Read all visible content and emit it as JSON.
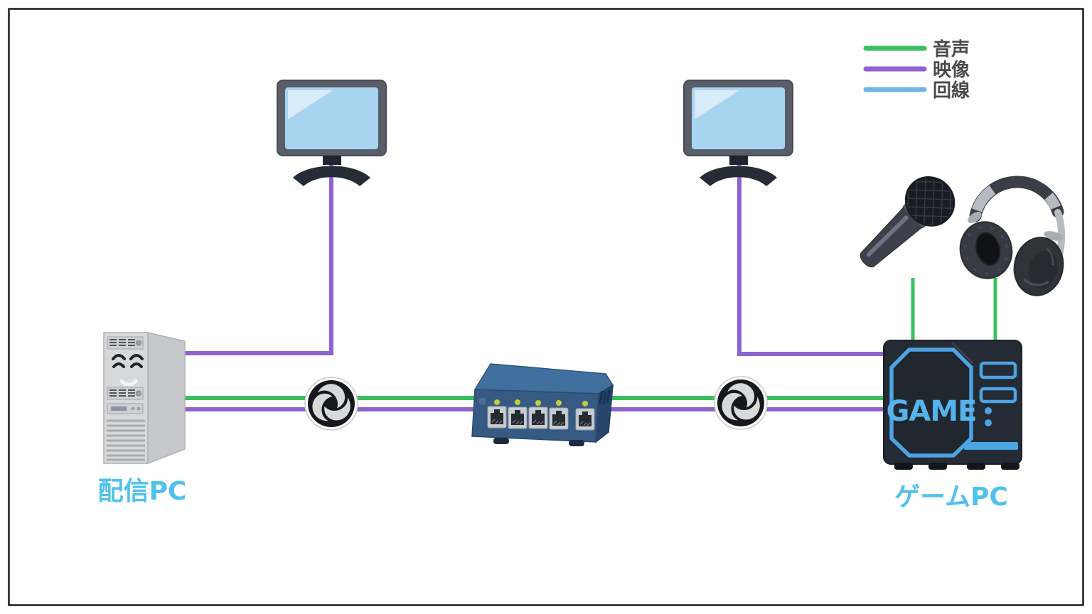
{
  "canvas": {
    "background": "#ffffff",
    "border_color": "#1c1c1c"
  },
  "legend": {
    "text_color": "#4b4b4b",
    "items": [
      {
        "id": "audio",
        "label": "音声",
        "color": "#3dbe63"
      },
      {
        "id": "video",
        "label": "映像",
        "color": "#8f63ce"
      },
      {
        "id": "line",
        "label": "回線",
        "color": "#73b5e5"
      }
    ]
  },
  "nodes": {
    "streaming_pc": {
      "label": "配信PC",
      "icon": "pc-tower-icon",
      "label_color": "#4fc2ec"
    },
    "game_pc": {
      "label": "ゲームPC",
      "panel_text": "GAME",
      "icon": "gaming-pc-tower-icon",
      "label_color": "#4fc2ec",
      "accent_color": "#4da4e2"
    },
    "monitor_left": {
      "icon": "monitor-icon"
    },
    "monitor_right": {
      "icon": "monitor-icon"
    },
    "obs_left": {
      "icon": "obs-studio-icon"
    },
    "obs_right": {
      "icon": "obs-studio-icon"
    },
    "network_switch": {
      "icon": "network-switch-icon",
      "ports": 5
    },
    "microphone": {
      "icon": "microphone-icon"
    },
    "headphones": {
      "icon": "headphones-icon"
    }
  },
  "connections": [
    {
      "from": "streaming_pc",
      "to": "monitor_left",
      "type": "映像"
    },
    {
      "from": "streaming_pc",
      "to": "game_pc",
      "via": [
        "obs_left",
        "network_switch",
        "obs_right"
      ],
      "type": "音声"
    },
    {
      "from": "streaming_pc",
      "to": "game_pc",
      "via": [
        "obs_left",
        "network_switch",
        "obs_right"
      ],
      "type": "映像"
    },
    {
      "from": "game_pc",
      "to": "monitor_right",
      "type": "映像"
    },
    {
      "from": "microphone",
      "to": "game_pc",
      "type": "音声"
    },
    {
      "from": "headphones",
      "to": "game_pc",
      "type": "音声"
    }
  ]
}
